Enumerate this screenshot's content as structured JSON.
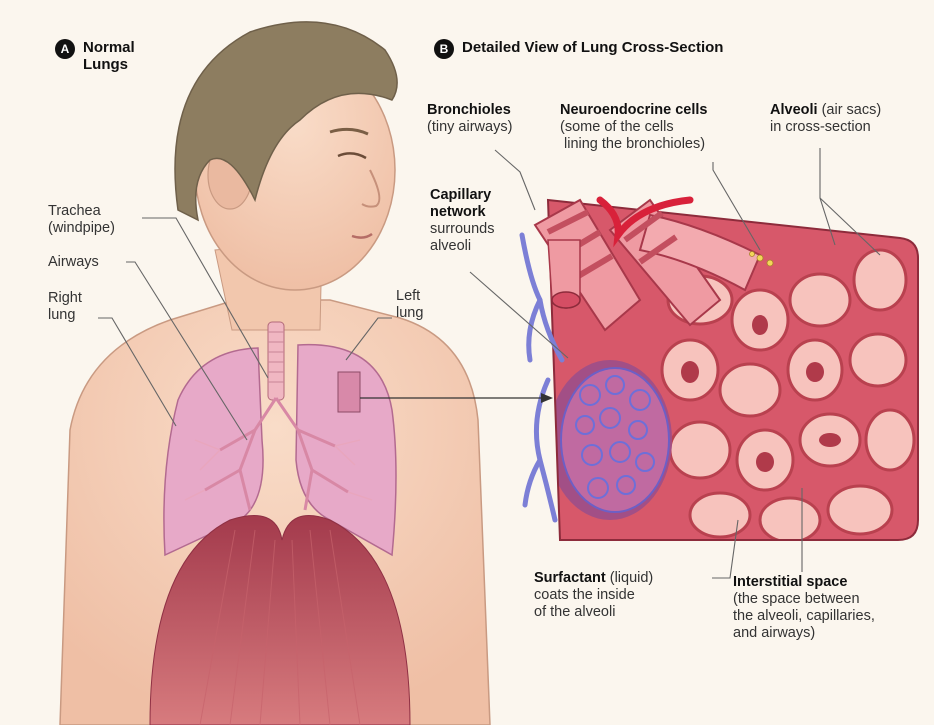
{
  "panel_a": {
    "letter": "A",
    "title_line1": "Normal",
    "title_line2": "Lungs"
  },
  "panel_b": {
    "letter": "B",
    "title": "Detailed View of Lung Cross-Section"
  },
  "labels": {
    "trachea": {
      "line1": "Trachea",
      "line2": "(windpipe)"
    },
    "airways": {
      "line1": "Airways"
    },
    "right_lung": {
      "line1": "Right",
      "line2": "lung"
    },
    "left_lung": {
      "line1": "Left",
      "line2": "lung"
    },
    "bronchioles": {
      "bold": "Bronchioles",
      "line2": "(tiny airways)"
    },
    "neuroendocrine": {
      "bold": "Neuroendocrine cells",
      "line2": "(some of the cells",
      "line3": "lining the bronchioles)"
    },
    "alveoli": {
      "bold": "Alveoli",
      "rest": " (air sacs)",
      "line2": "in cross-section"
    },
    "capillary": {
      "bold1": "Capillary",
      "bold2": "network",
      "line3": "surrounds",
      "line4": "alveoli"
    },
    "surfactant": {
      "bold": "Surfactant",
      "rest": " (liquid)",
      "line2": "coats the inside",
      "line3": "of the alveoli"
    },
    "interstitial": {
      "bold": "Interstitial space",
      "line2": "(the space between",
      "line3": "the alveoli, capillaries,",
      "line4": "and airways)"
    }
  },
  "colors": {
    "background": "#fbf6ee",
    "skin": "#f6d3bd",
    "hair": "#8a7a5e",
    "lung": "#e4a6c7",
    "diaphragm": "#b34b5a",
    "tissue": "#e27b7b",
    "alveolus": "#f6c2bd",
    "capillary": "#7c7fd6",
    "artery": "#d8213a",
    "leader_line": "#666666"
  }
}
